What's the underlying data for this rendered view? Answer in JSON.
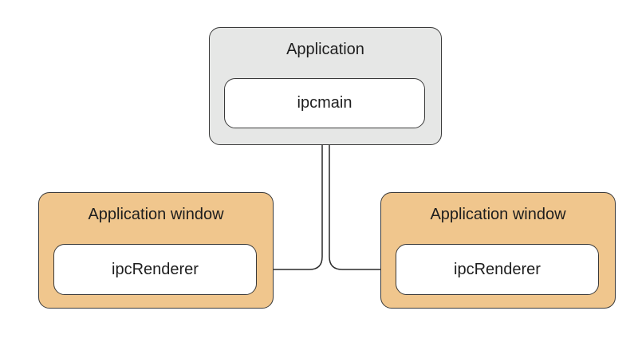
{
  "colors": {
    "application_fill": "#e6e7e6",
    "window_fill": "#f0c68d",
    "inner_fill": "#ffffff",
    "stroke": "#3a3a3a",
    "text": "#1e1e1e"
  },
  "application": {
    "title": "Application",
    "inner_label": "ipcmain"
  },
  "windows": [
    {
      "title": "Application window",
      "inner_label": "ipcRenderer"
    },
    {
      "title": "Application window",
      "inner_label": "ipcRenderer"
    }
  ]
}
